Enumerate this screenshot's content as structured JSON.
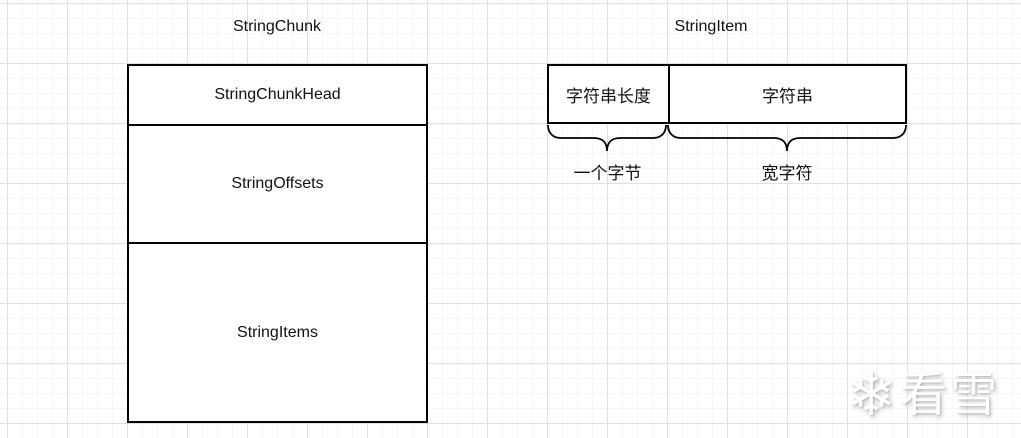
{
  "colors": {
    "line": "#000000",
    "text": "#111111",
    "box_fill": "#ffffff",
    "grid_major": "#e0e0e0",
    "grid_minor": "#f6f6f6",
    "watermark": "#ffffff"
  },
  "left_diagram": {
    "title": "StringChunk",
    "cells": [
      {
        "label": "StringChunkHead"
      },
      {
        "label": "StringOffsets"
      },
      {
        "label": "StringItems"
      }
    ]
  },
  "right_diagram": {
    "title": "StringItem",
    "cells": [
      {
        "label": "字符串长度"
      },
      {
        "label": "字符串"
      }
    ],
    "annotations": [
      {
        "label": "一个字节"
      },
      {
        "label": "宽字符"
      }
    ]
  },
  "watermark": {
    "icon": "snowflake-icon",
    "icon_glyph": "❄",
    "text": "看雪"
  }
}
